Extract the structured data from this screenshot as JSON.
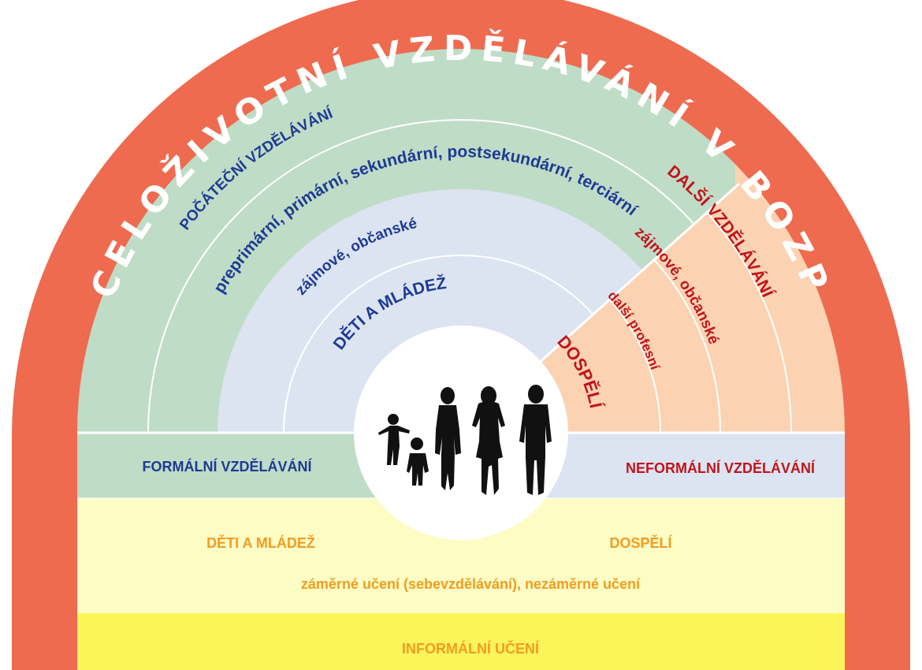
{
  "title": "CELOŽIVOTNÍ VZDĚLÁVÁNÍ V BOZP",
  "formal": {
    "heading": "POČÁTEČNÍ VZDĚLÁVÁNÍ",
    "levels": "preprimární, primární, sekundární, postsekundární, terciární",
    "interest": "zájmové, občanské",
    "youth": "DĚTI A MLÁDEŽ",
    "label": "FORMÁLNÍ VZDĚLÁVÁNÍ"
  },
  "nonformal": {
    "heading": "DALŠÍ VZDĚLÁVÁNÍ",
    "interest": "zájmové, občanské",
    "professional": "další profesní",
    "adults": "DOSPĚLÍ",
    "label": "NEFORMÁLNÍ VZDĚLÁVÁNÍ"
  },
  "informal": {
    "youth": "DĚTI A MLÁDEŽ",
    "adults": "DOSPĚLÍ",
    "learning": "záměrné učení (sebevzdělávání), nezáměrné učení",
    "label": "INFORMÁLNÍ UČENÍ"
  },
  "colors": {
    "outer": "#ee6b50",
    "formal": "#bfdcc7",
    "formal_inner": "#dbe4f0",
    "nonformal": "#fbd3b3",
    "informal_light": "#fdfcc4",
    "informal": "#fbf55a",
    "blue_text": "#1f3a93",
    "red_text": "#c0141b",
    "orange_text": "#f29c1f"
  }
}
